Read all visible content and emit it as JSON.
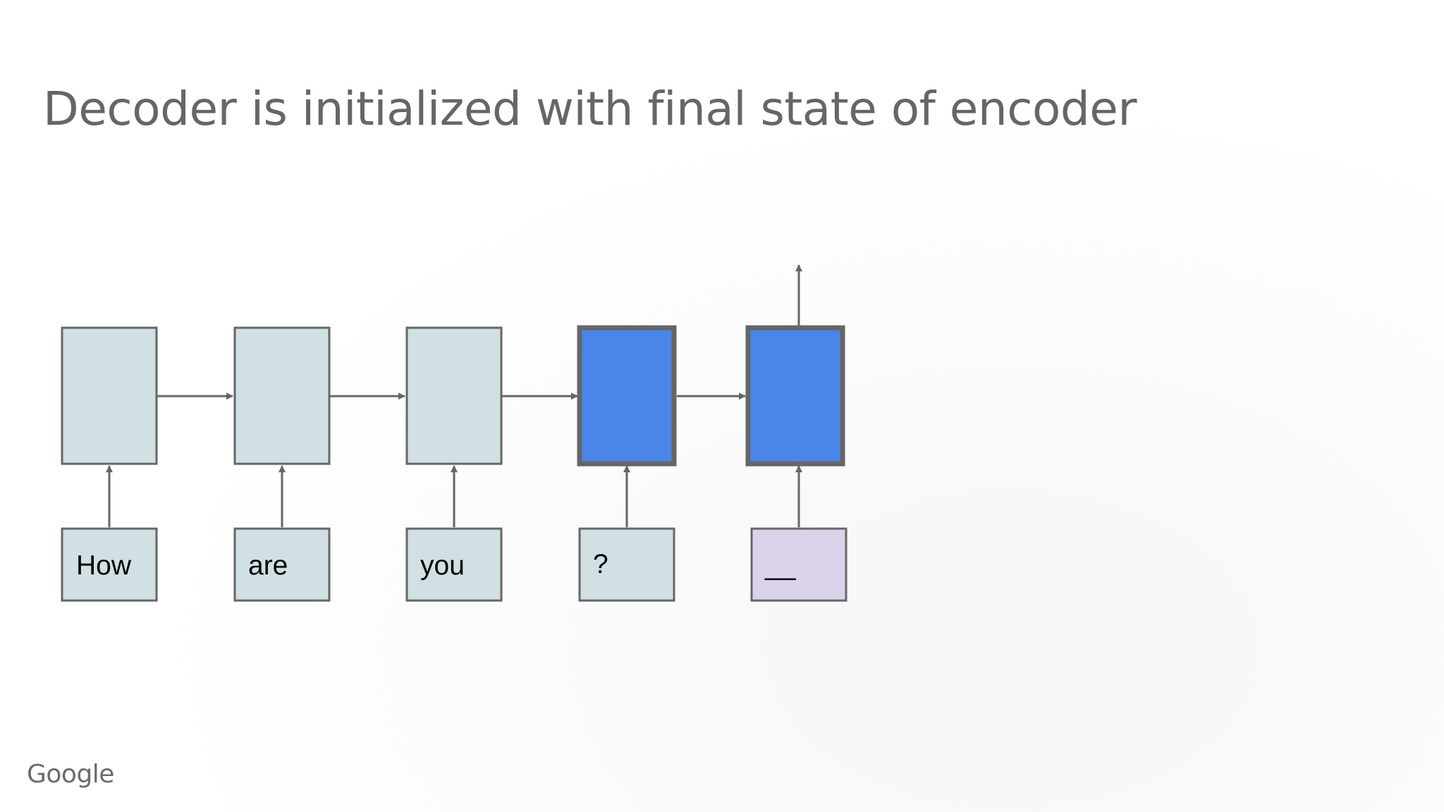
{
  "slide": {
    "title": "Decoder is initialized with final state of encoder"
  },
  "diagram": {
    "tokens": [
      "How",
      "are",
      "you",
      "?",
      "__"
    ],
    "colors": {
      "encoder_cell": "#d0e0e3",
      "decoder_cell": "#4a86e8",
      "input_box": "#d0e0e3",
      "decoder_input_box": "#d9d2e9",
      "stroke": "#666666"
    }
  },
  "footer": {
    "logo_text": "Google"
  }
}
